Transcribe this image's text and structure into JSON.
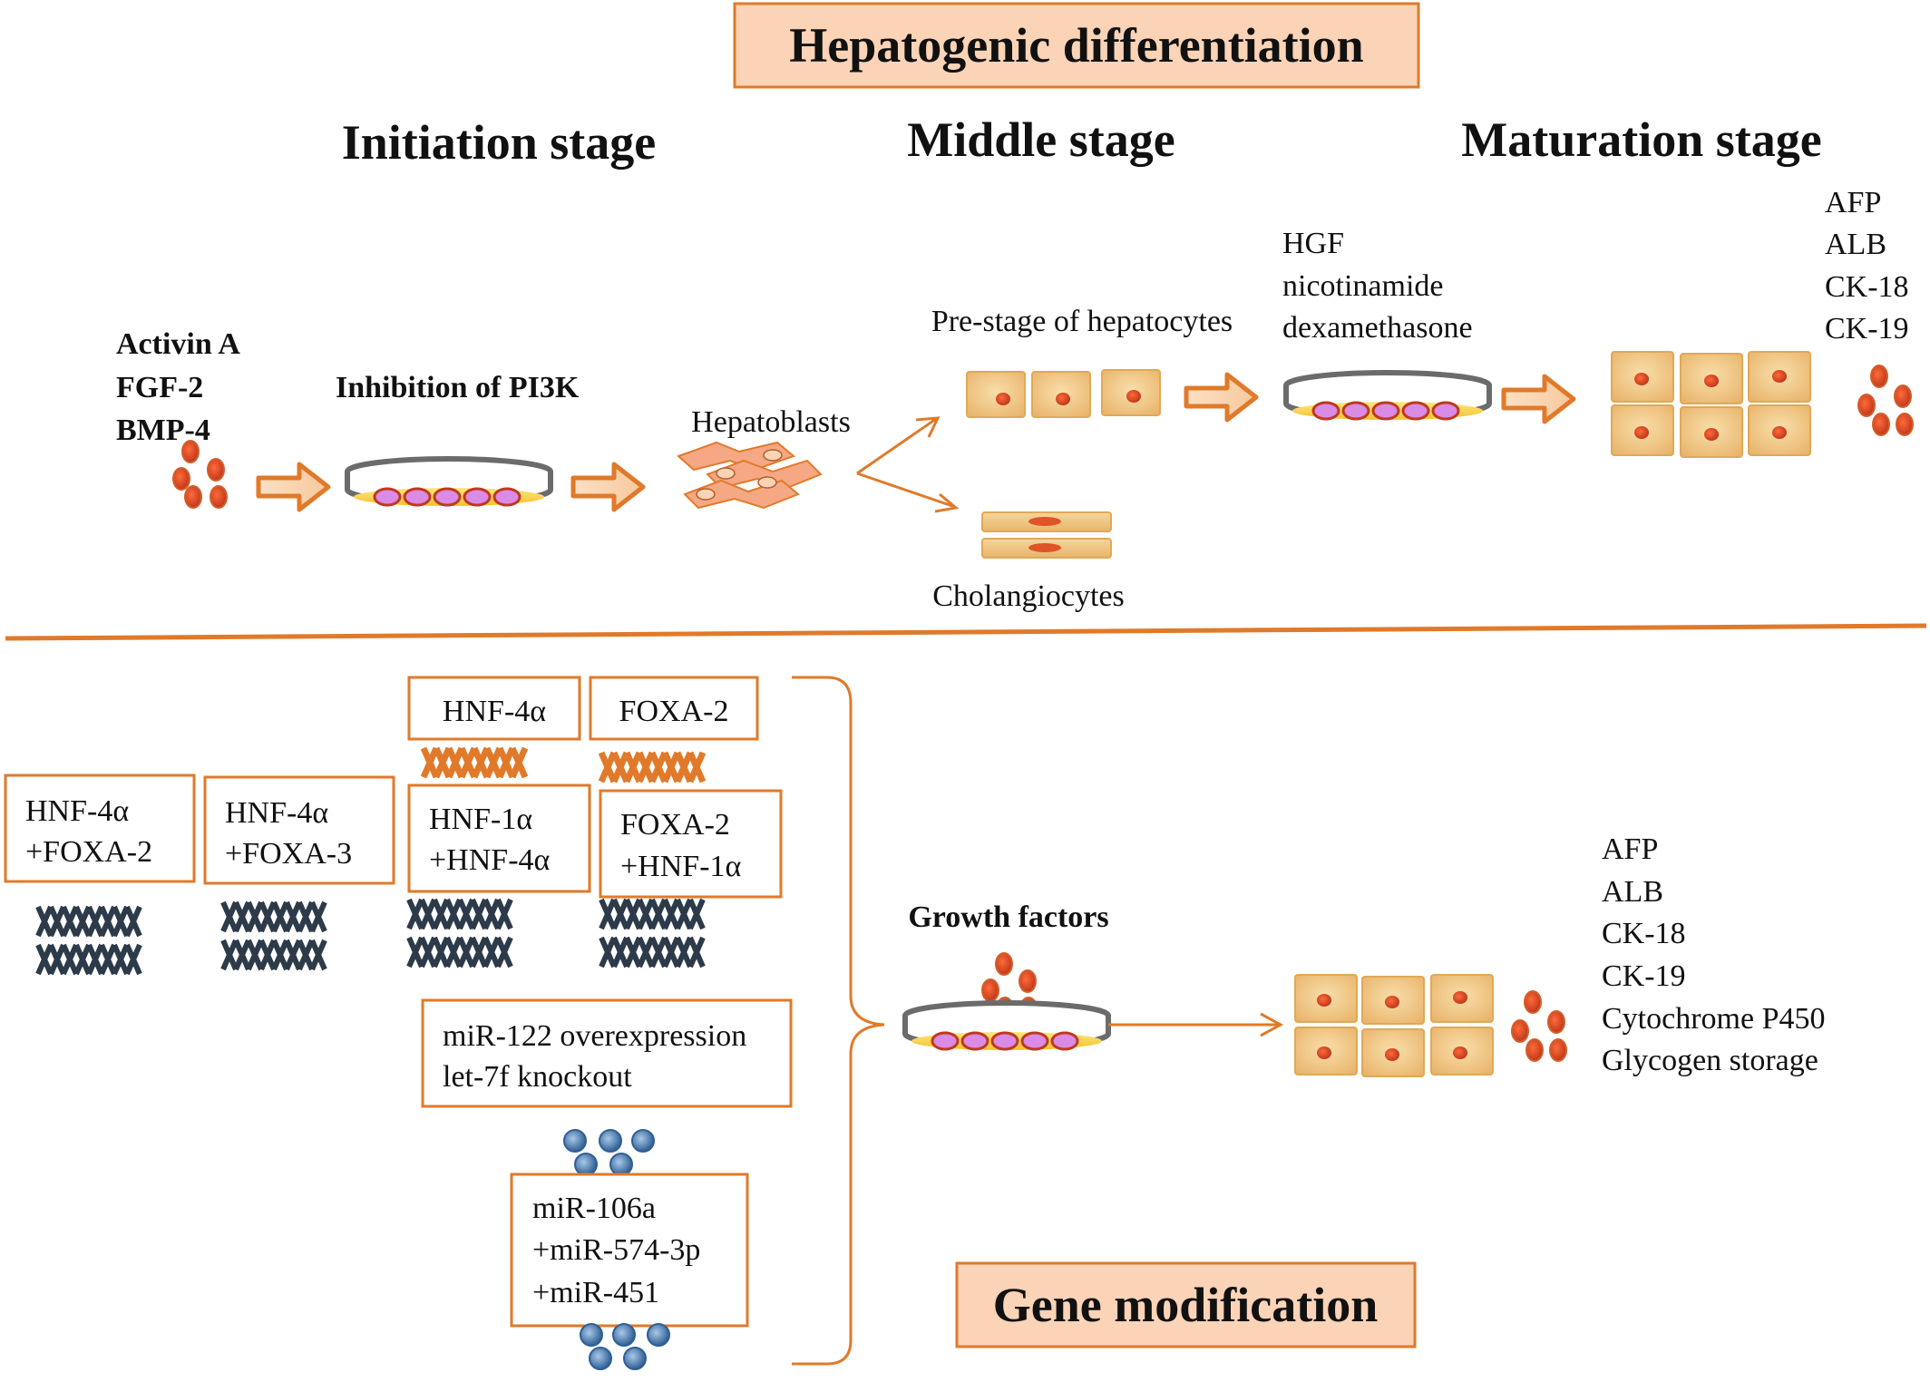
{
  "title_top": "Hepatogenic differentiation",
  "stages": {
    "initiation": "Initiation stage",
    "middle": "Middle stage",
    "maturation": "Maturation stage"
  },
  "initiation": {
    "factors": [
      "Activin A",
      "FGF-2",
      "BMP-4"
    ],
    "inhibition_label": "Inhibition of PI3K"
  },
  "middle": {
    "hepatoblasts_label": "Hepatoblasts",
    "prestage_label": "Pre-stage of hepatocytes",
    "cholangiocytes_label": "Cholangiocytes",
    "factors": [
      "HGF",
      "nicotinamide",
      "dexamethasone"
    ]
  },
  "maturation": {
    "markers": [
      "AFP",
      "ALB",
      "CK-18",
      "CK-19"
    ]
  },
  "gene": {
    "single_boxes": [
      "HNF-4α",
      "FOXA-2"
    ],
    "combo_boxes": [
      [
        "HNF-4α",
        "+FOXA-2"
      ],
      [
        "HNF-4α",
        "+FOXA-3"
      ],
      [
        "HNF-1α",
        "+HNF-4α"
      ],
      [
        "FOXA-2",
        "+HNF-1α"
      ]
    ],
    "mirna_box": [
      "miR-122 overexpression",
      "let-7f knockout"
    ],
    "mirna_combo": [
      "miR-106a",
      "+miR-574-3p",
      "+miR-451"
    ],
    "growth_factors_label": "Growth factors",
    "result_markers": [
      "AFP",
      "ALB",
      "CK-18",
      "CK-19",
      "Cytochrome P450",
      "Glycogen storage"
    ],
    "title_bottom": "Gene modification"
  },
  "colors": {
    "accent": "#e07a2a",
    "title_fill": "#fbd3b6",
    "cell_fill": "#f3c98a",
    "dna_dark": "#2d3a4a",
    "dna_orange": "#e07a2a",
    "mirna_blue": "#3a6fa5",
    "dish_gray": "#6b6b6b",
    "media_yellow": "#f4d03f"
  }
}
